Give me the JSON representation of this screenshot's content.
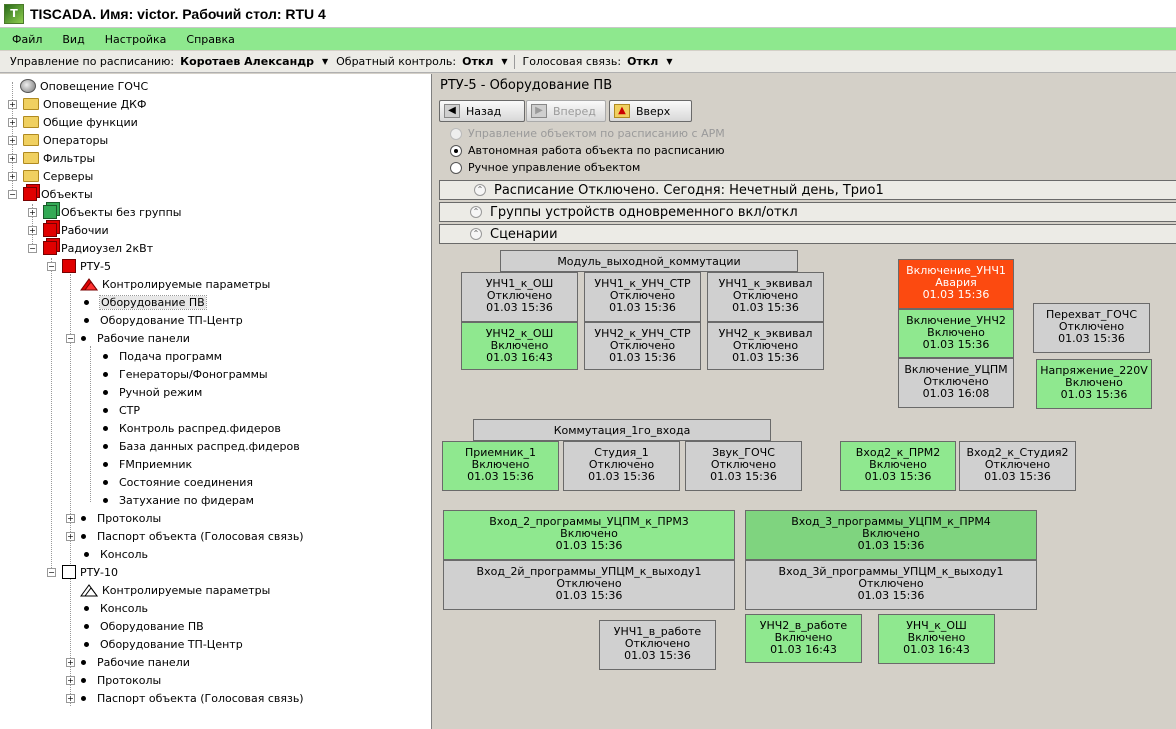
{
  "window": {
    "title": "TISCADA.  Имя: victor.  Рабочий стол: RTU 4",
    "icon_label": "T"
  },
  "menu": [
    "Файл",
    "Вид",
    "Настройка",
    "Справка"
  ],
  "toolbar": {
    "schedule_label": "Управление по расписанию:",
    "schedule_value": "Коротаев Александр",
    "feedback_label": "Обратный контроль:",
    "feedback_value": "Откл",
    "voice_label": "Голосовая связь:",
    "voice_value": "Откл"
  },
  "tree": {
    "n01": "Оповещение ГОЧС",
    "n02": "Оповещение ДКФ",
    "n03": "Общие функции",
    "n04": "Операторы",
    "n05": "Фильтры",
    "n06": "Серверы",
    "n07": "Объекты",
    "n08": "Объекты без группы",
    "n09": "Рабочии",
    "n10": "Радиоузел 2кВт",
    "n11": "РТУ-5",
    "n12": "Контролируемые параметры",
    "n13": "Оборудование ПВ",
    "n14": "Оборудование ТП-Центр",
    "n15": "Рабочие панели",
    "n16": "Подача программ",
    "n17": "Генераторы/Фонограммы",
    "n18": "Ручной режим",
    "n19": "СТР",
    "n20": "Контроль распред.фидеров",
    "n21": "База данных распред.фидеров",
    "n22": "FMприемник",
    "n23": "Состояние соединения",
    "n24": "Затухание по фидерам",
    "n25": "Протоколы",
    "n26": "Паспорт объекта (Голосовая связь)",
    "n27": "Консоль",
    "n28": "РТУ-10",
    "n29": "Контролируемые параметры",
    "n30": "Консоль",
    "n31": "Оборудование ПВ",
    "n32": "Оборудование ТП-Центр",
    "n33": "Рабочие панели",
    "n34": "Протоколы",
    "n35": "Паспорт объекта (Голосовая связь)"
  },
  "main": {
    "title": "РТУ-5 - Оборудование ПВ",
    "nav": {
      "back": "Назад",
      "forward": "Вперед",
      "up": "Вверх"
    },
    "modes": {
      "arm": "Управление объектом по расписанию с АРМ",
      "autonomous": "Автономная работа объекта по расписанию",
      "manual": "Ручное управление объектом"
    },
    "sections": {
      "schedule": "Расписание Отключено.   Сегодня: Нечетный день, Трио1",
      "groups": "Группы устройств одновременного вкл/откл",
      "scenarios": "Сценарии"
    },
    "group_labels": {
      "module": "Модуль_выходной_коммутации",
      "commutation": "Коммутация_1го_входа"
    },
    "devices": {
      "d01": {
        "name": "УНЧ1_к_ОШ",
        "state": "Отключено",
        "time": "01.03 15:36"
      },
      "d02": {
        "name": "УНЧ1_к_УНЧ_СТР",
        "state": "Отключено",
        "time": "01.03 15:36"
      },
      "d03": {
        "name": "УНЧ1_к_эквивал",
        "state": "Отключено",
        "time": "01.03 15:36"
      },
      "d04": {
        "name": "УНЧ2_к_ОШ",
        "state": "Включено",
        "time": "01.03 16:43"
      },
      "d05": {
        "name": "УНЧ2_к_УНЧ_СТР",
        "state": "Отключено",
        "time": "01.03 15:36"
      },
      "d06": {
        "name": "УНЧ2_к_эквивал",
        "state": "Отключено",
        "time": "01.03 15:36"
      },
      "d07": {
        "name": "Включение_УНЧ1",
        "state": "Авария",
        "time": "01.03 15:36"
      },
      "d08": {
        "name": "Включение_УНЧ2",
        "state": "Включено",
        "time": "01.03 15:36"
      },
      "d09": {
        "name": "Включение_УЦПМ",
        "state": "Отключено",
        "time": "01.03 16:08"
      },
      "d10": {
        "name": "Перехват_ГОЧС",
        "state": "Отключено",
        "time": "01.03 15:36"
      },
      "d11": {
        "name": "Напряжение_220V",
        "state": "Включено",
        "time": "01.03 15:36"
      },
      "d12": {
        "name": "Приемник_1",
        "state": "Включено",
        "time": "01.03 15:36"
      },
      "d13": {
        "name": "Студия_1",
        "state": "Отключено",
        "time": "01.03 15:36"
      },
      "d14": {
        "name": "Звук_ГОЧС",
        "state": "Отключено",
        "time": "01.03 15:36"
      },
      "d15": {
        "name": "Вход2_к_ПРМ2",
        "state": "Включено",
        "time": "01.03 15:36"
      },
      "d16": {
        "name": "Вход2_к_Студия2",
        "state": "Отключено",
        "time": "01.03 15:36"
      },
      "d17": {
        "name": "Вход_2_программы_УЦПМ_к_ПРМ3",
        "state": "Включено",
        "time": "01.03 15:36"
      },
      "d18": {
        "name": "Вход_3_программы_УЦПМ_к_ПРМ4",
        "state": "Включено",
        "time": "01.03 15:36"
      },
      "d19": {
        "name": "Вход_2й_программы_УПЦМ_к_выходу1",
        "state": "Отключено",
        "time": "01.03 15:36"
      },
      "d20": {
        "name": "Вход_3й_программы_УПЦМ_к_выходу1",
        "state": "Отключено",
        "time": "01.03 15:36"
      },
      "d21": {
        "name": "УНЧ1_в_работе",
        "state": "Отключено",
        "time": "01.03 15:36"
      },
      "d22": {
        "name": "УНЧ2_в_работе",
        "state": "Включено",
        "time": "01.03 16:43"
      },
      "d23": {
        "name": "УНЧ_к_ОШ",
        "state": "Включено",
        "time": "01.03 16:43"
      }
    }
  },
  "colors": {
    "menu_bg": "#8ee88e",
    "on": "#8fe88f",
    "off": "#d0d0d0",
    "alarm": "#fc4a10"
  }
}
